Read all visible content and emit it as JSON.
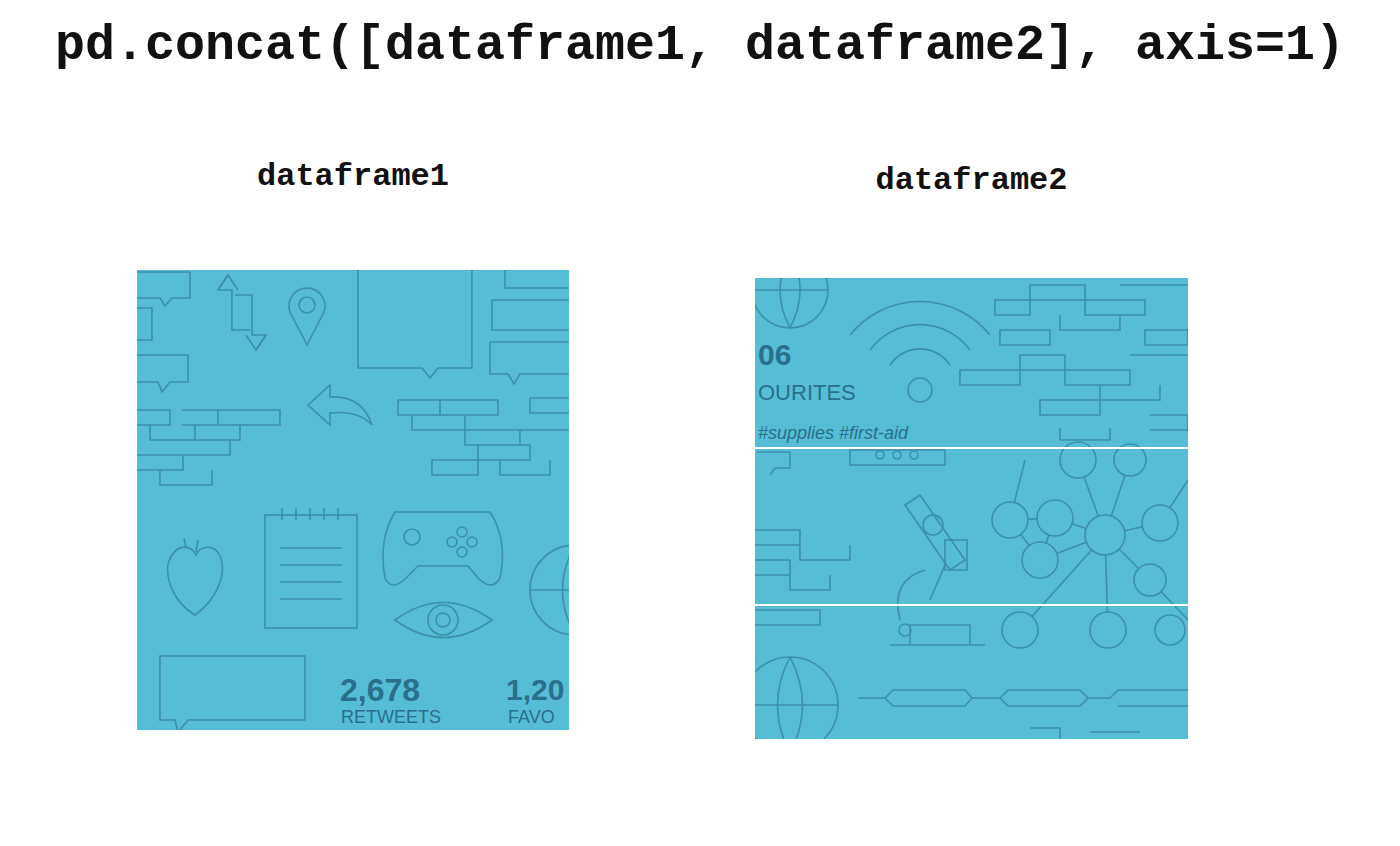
{
  "diagram": {
    "title": "pd.concat([dataframe1, dataframe2], axis=1)",
    "nodes": [
      {
        "text": [
          "dataframe1"
        ]
      },
      {
        "text": [
          "dataframe2"
        ]
      }
    ],
    "labels": [
      "2,678",
      "RETWEETS",
      "1,20",
      "FAVO",
      "06",
      "OURITES",
      "#supplies #first-aid"
    ]
  }
}
